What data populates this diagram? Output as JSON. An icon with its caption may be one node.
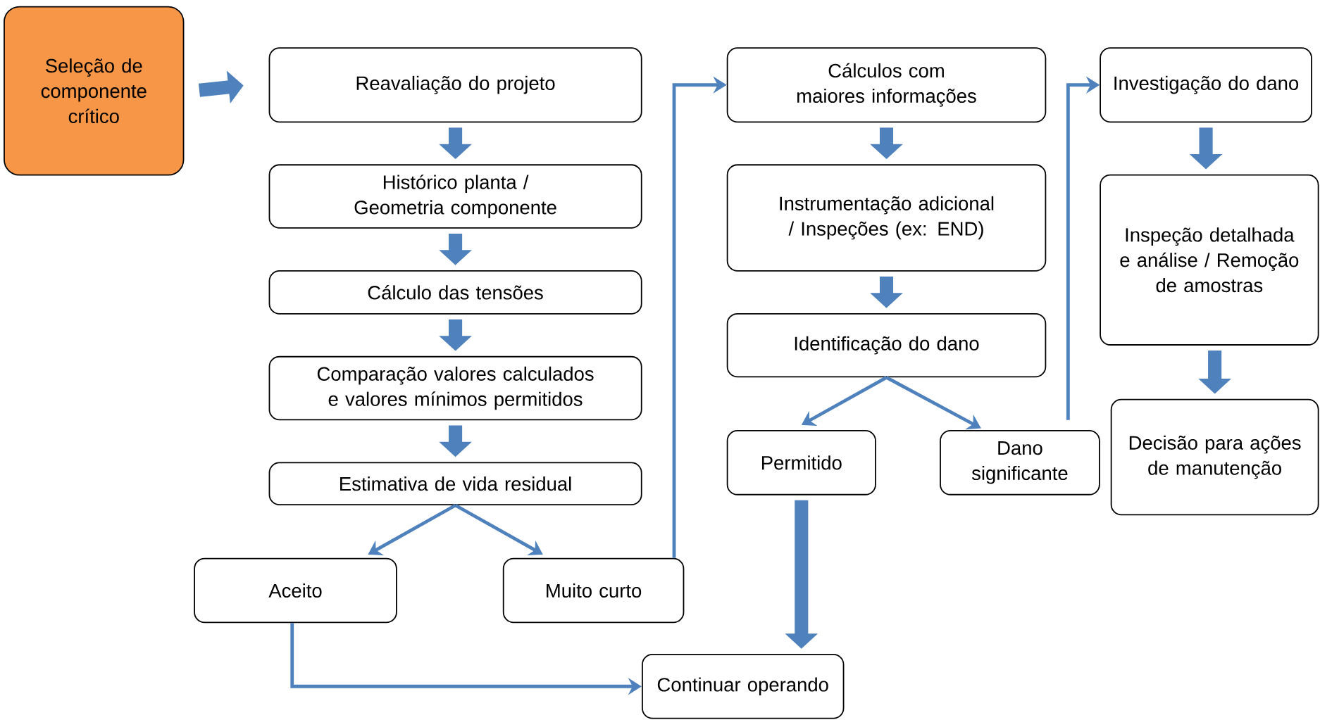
{
  "diagram": {
    "nodes": [
      {
        "text": [
          "Seleção de componente crítico"
        ]
      },
      {
        "text": [
          "Reavaliação do projeto"
        ]
      },
      {
        "text": [
          "Histórico planta / Geometria componente"
        ]
      },
      {
        "text": [
          "Cálculo das tensões"
        ]
      },
      {
        "text": [
          "Comparação valores calculados e valores mínimos permitidos"
        ]
      },
      {
        "text": [
          "Estimativa de vida residual"
        ]
      },
      {
        "text": [
          "Aceito"
        ]
      },
      {
        "text": [
          "Muito curto"
        ]
      },
      {
        "text": [
          "Continuar operando"
        ]
      },
      {
        "text": [
          "Cálculos com maiores informações"
        ]
      },
      {
        "text": [
          "Instrumentação adicional / Inspeções (ex: END)"
        ]
      },
      {
        "text": [
          "Identificação do dano"
        ]
      },
      {
        "text": [
          "Permitido"
        ]
      },
      {
        "text": [
          "Dano significante"
        ]
      },
      {
        "text": [
          "Investigação do dano"
        ]
      },
      {
        "text": [
          "Inspeção detalhada e análise / Remoção de amostras"
        ]
      },
      {
        "text": [
          "Decisão para ações de manutenção"
        ]
      }
    ],
    "edges": [
      {
        "from": 0,
        "to": 1,
        "arrow": "to"
      },
      {
        "from": 1,
        "to": 2,
        "arrow": "to"
      },
      {
        "from": 2,
        "to": 3,
        "arrow": "to"
      },
      {
        "from": 3,
        "to": 4,
        "arrow": "to"
      },
      {
        "from": 4,
        "to": 5,
        "arrow": "to"
      },
      {
        "from": 5,
        "to": 6,
        "arrow": "to"
      },
      {
        "from": 5,
        "to": 7,
        "arrow": "to"
      },
      {
        "from": 6,
        "to": 8,
        "arrow": "to"
      },
      {
        "from": 7,
        "to": 9,
        "arrow": "to"
      },
      {
        "from": 9,
        "to": 10,
        "arrow": "to"
      },
      {
        "from": 10,
        "to": 11,
        "arrow": "to"
      },
      {
        "from": 11,
        "to": 12,
        "arrow": "to"
      },
      {
        "from": 11,
        "to": 13,
        "arrow": "to"
      },
      {
        "from": 12,
        "to": 8,
        "arrow": "to"
      },
      {
        "from": 13,
        "to": 14,
        "arrow": "to"
      },
      {
        "from": 14,
        "to": 15,
        "arrow": "to"
      },
      {
        "from": 15,
        "to": 16,
        "arrow": "to"
      }
    ]
  }
}
